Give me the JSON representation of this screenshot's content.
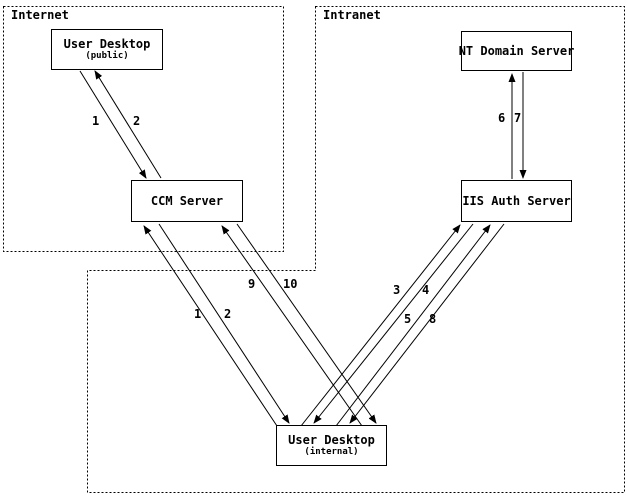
{
  "diagram": {
    "background_color": "#ffffff",
    "line_color": "#000000"
  },
  "zones": [
    {
      "id": "internet",
      "label": "Internet"
    },
    {
      "id": "intranet",
      "label": "Intranet"
    }
  ],
  "nodes": [
    {
      "id": "user-desktop-public",
      "title": "User Desktop",
      "subtitle": "(public)"
    },
    {
      "id": "ccm-server",
      "title": "CCM Server"
    },
    {
      "id": "nt-domain-server",
      "title": "NT Domain Server"
    },
    {
      "id": "iis-auth-server",
      "title": "IIS Auth Server"
    },
    {
      "id": "user-desktop-internal",
      "title": "User Desktop",
      "subtitle": "(internal)"
    }
  ],
  "edges": [
    {
      "label": "1",
      "from": "user-desktop-public",
      "to": "ccm-server"
    },
    {
      "label": "2",
      "from": "ccm-server",
      "to": "user-desktop-public"
    },
    {
      "label": "1",
      "from": "user-desktop-internal",
      "to": "ccm-server"
    },
    {
      "label": "2",
      "from": "ccm-server",
      "to": "user-desktop-internal"
    },
    {
      "label": "9",
      "from": "user-desktop-internal",
      "to": "ccm-server"
    },
    {
      "label": "10",
      "from": "ccm-server",
      "to": "user-desktop-internal"
    },
    {
      "label": "3",
      "from": "user-desktop-internal",
      "to": "iis-auth-server"
    },
    {
      "label": "4",
      "from": "iis-auth-server",
      "to": "user-desktop-internal"
    },
    {
      "label": "5",
      "from": "user-desktop-internal",
      "to": "iis-auth-server"
    },
    {
      "label": "8",
      "from": "iis-auth-server",
      "to": "user-desktop-internal"
    },
    {
      "label": "6",
      "from": "iis-auth-server",
      "to": "nt-domain-server"
    },
    {
      "label": "7",
      "from": "nt-domain-server",
      "to": "iis-auth-server"
    }
  ]
}
